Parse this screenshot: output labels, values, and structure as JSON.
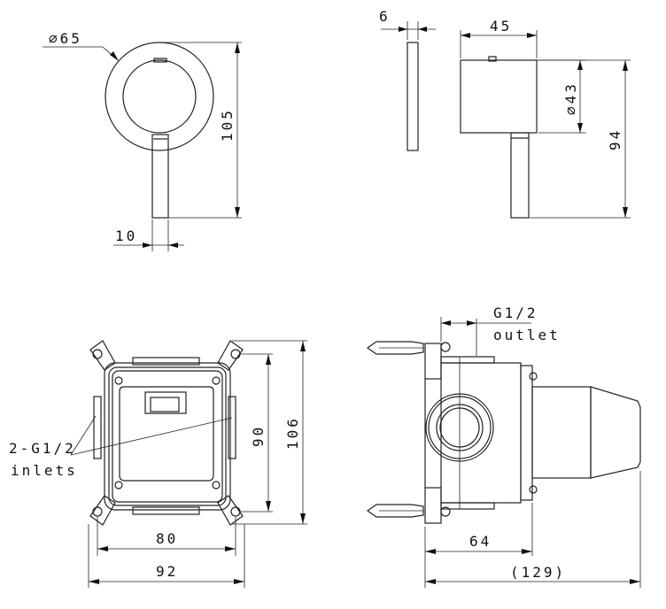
{
  "drawing": {
    "front_view": {
      "diameter_label": "∅65",
      "height_label": "105",
      "handle_width_label": "10"
    },
    "side_view": {
      "plate_thickness_label": "6",
      "depth_label": "45",
      "diameter_label": "∅43",
      "height_label": "94"
    },
    "box_front_view": {
      "inner_width_label": "80",
      "outer_width_label": "92",
      "inner_height_label": "90",
      "outer_height_label": "106",
      "inlet_label_line1": "2-G1/2",
      "inlet_label_line2": "inlets"
    },
    "box_side_view": {
      "outlet_label_line1": "G1/2",
      "outlet_label_line2": "outlet",
      "body_depth_label": "64",
      "total_depth_label": "(129)"
    }
  }
}
